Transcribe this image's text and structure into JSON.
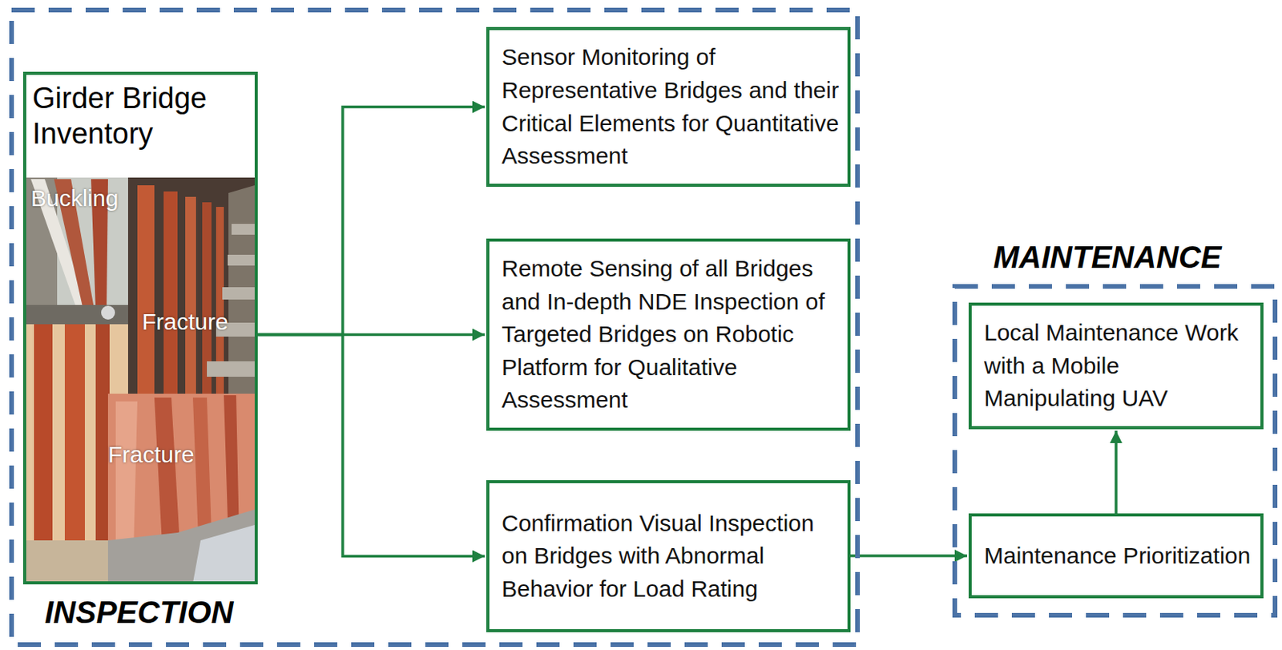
{
  "diagram": {
    "nodes": [
      {
        "text": [
          "INSPECTION"
        ]
      },
      {
        "text": [
          "Girder Bridge Inventory"
        ],
        "in": 0
      },
      {
        "text": [
          "Sensor Monitoring of Representative Bridges and their Critical Elements for Quantitative Assessment"
        ],
        "in": 0
      },
      {
        "text": [
          "Remote Sensing of all Bridges and In-depth NDE Inspection of Targeted Bridges on Robotic Platform for Qualitative Assessment"
        ],
        "in": 0
      },
      {
        "text": [
          "Confirmation Visual Inspection on Bridges with Abnormal Behavior for Load Rating"
        ],
        "in": 0
      },
      {
        "text": [
          "MAINTENANCE"
        ]
      },
      {
        "text": [
          "Local Maintenance Work with a Mobile Manipulating UAV"
        ],
        "in": 5
      },
      {
        "text": [
          "Maintenance Prioritization"
        ],
        "in": 5
      }
    ],
    "edges": [
      {
        "from": 1,
        "to": 2,
        "arrow": "to"
      },
      {
        "from": 1,
        "to": 3,
        "arrow": "to"
      },
      {
        "from": 1,
        "to": 4,
        "arrow": "to"
      },
      {
        "from": 4,
        "to": 7,
        "arrow": "to"
      },
      {
        "from": 7,
        "to": 6,
        "arrow": "to"
      }
    ],
    "labels": [
      "Buckling",
      "Fracture",
      "Fracture"
    ]
  }
}
